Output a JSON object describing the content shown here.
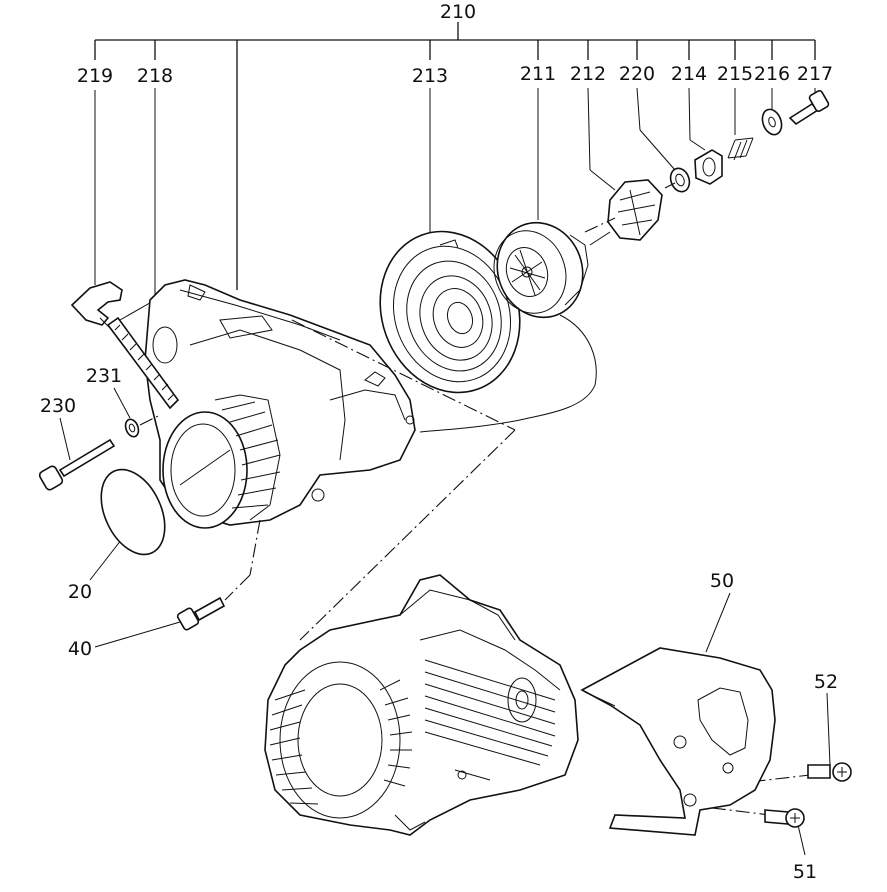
{
  "labels": {
    "p210": "210",
    "p219": "219",
    "p218": "218",
    "p213": "213",
    "p211": "211",
    "p212": "212",
    "p220": "220",
    "p214": "214",
    "p215": "215",
    "p216": "216",
    "p217": "217",
    "p231": "231",
    "p230": "230",
    "p20": "20",
    "p40": "40",
    "p50": "50",
    "p52": "52",
    "p51": "51"
  }
}
